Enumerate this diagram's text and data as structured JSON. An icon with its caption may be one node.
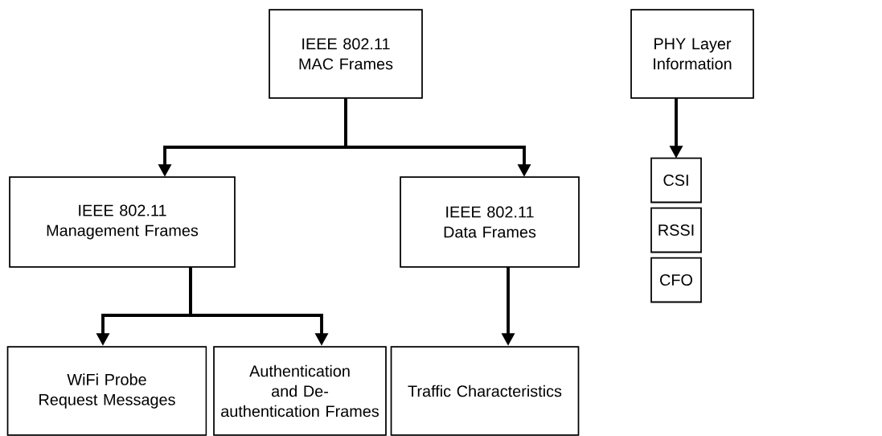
{
  "diagram": {
    "nodes": [
      {
        "text": [
          "IEEE 802.11 MAC Frames"
        ]
      },
      {
        "text": [
          "PHY Layer Information"
        ]
      },
      {
        "text": [
          "IEEE 802.11 Management Frames"
        ]
      },
      {
        "text": [
          "IEEE 802.11 Data Frames"
        ]
      },
      {
        "text": [
          "CSI"
        ]
      },
      {
        "text": [
          "RSSI"
        ]
      },
      {
        "text": [
          "CFO"
        ]
      },
      {
        "text": [
          "WiFi Probe Request Messages"
        ]
      },
      {
        "text": [
          "Authentication and De-authentication Frames"
        ]
      },
      {
        "text": [
          "Traffic Characteristics"
        ]
      }
    ],
    "edges": [
      {
        "from": 0,
        "to": 2,
        "arrow": "to"
      },
      {
        "from": 0,
        "to": 3,
        "arrow": "to"
      },
      {
        "from": 2,
        "to": 7,
        "arrow": "to"
      },
      {
        "from": 2,
        "to": 8,
        "arrow": "to"
      },
      {
        "from": 3,
        "to": 9,
        "arrow": "to"
      },
      {
        "from": 1,
        "to": 4,
        "arrow": "to"
      }
    ]
  }
}
